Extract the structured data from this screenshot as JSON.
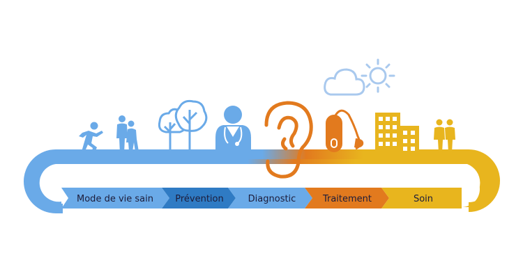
{
  "steps": [
    {
      "label": "Mode de vie sain",
      "color": "#6AAAE8"
    },
    {
      "label": "Prévention",
      "color": "#2F7BC4"
    },
    {
      "label": "Diagnostic",
      "color": "#6AAAE8"
    },
    {
      "label": "Traitement",
      "color": "#E27A1E"
    },
    {
      "label": "Soin",
      "color": "#E8B51E"
    }
  ],
  "icons": [
    "runner-icon",
    "couple-icon",
    "trees-icon",
    "doctor-icon",
    "ear-icon",
    "hearing-aid-icon",
    "buildings-icon",
    "friends-icon",
    "cloud-icon",
    "sun-icon"
  ],
  "colors": {
    "light_blue": "#6AAAE8",
    "dark_blue": "#2F7BC4",
    "orange": "#E27A1E",
    "yellow": "#E8B51E",
    "weather_blue": "#A9C9EE",
    "text": "#1C1C3A"
  }
}
